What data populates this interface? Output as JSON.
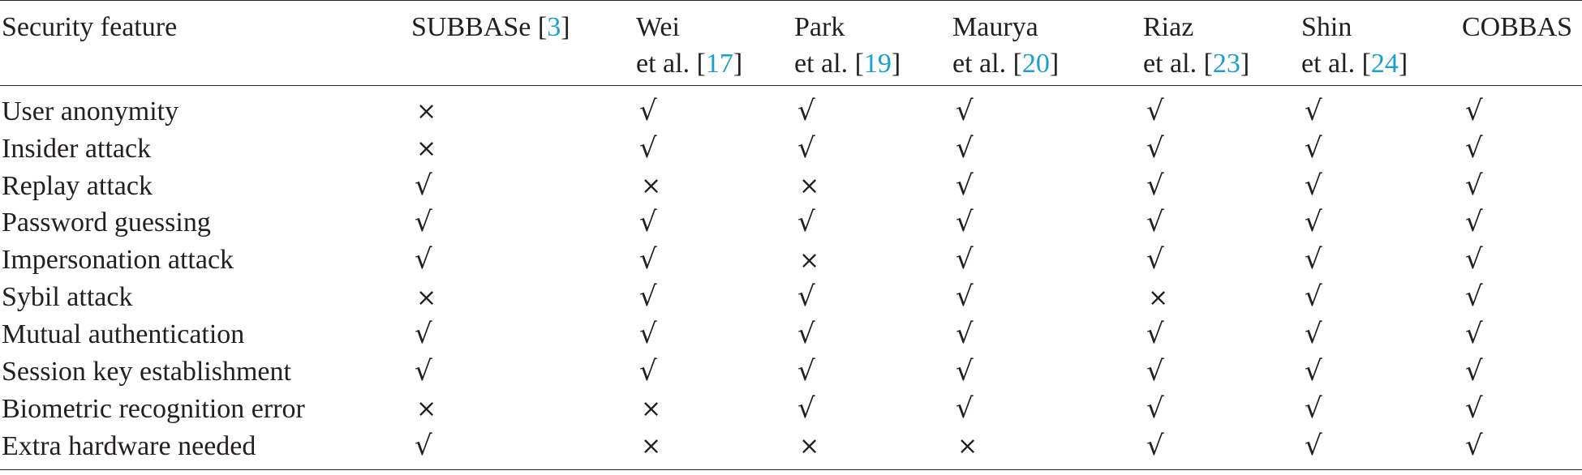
{
  "table": {
    "headers": [
      {
        "line1": "Security feature",
        "line2": "",
        "ref": ""
      },
      {
        "line1": "SUBBASe",
        "line2": "",
        "ref": "3"
      },
      {
        "line1": "Wei",
        "line2": "et al.",
        "ref": "17"
      },
      {
        "line1": "Park",
        "line2": "et al.",
        "ref": "19"
      },
      {
        "line1": "Maurya",
        "line2": "et al.",
        "ref": "20"
      },
      {
        "line1": "Riaz",
        "line2": "et al.",
        "ref": "23"
      },
      {
        "line1": "Shin",
        "line2": "et al.",
        "ref": "24"
      },
      {
        "line1": "COBBAS",
        "line2": "",
        "ref": ""
      }
    ],
    "symbols": {
      "yes": "√",
      "no": "×"
    },
    "rows": [
      {
        "feature": "User anonymity",
        "marks": [
          "no",
          "yes",
          "yes",
          "yes",
          "yes",
          "yes",
          "yes"
        ]
      },
      {
        "feature": "Insider attack",
        "marks": [
          "no",
          "yes",
          "yes",
          "yes",
          "yes",
          "yes",
          "yes"
        ]
      },
      {
        "feature": "Replay attack",
        "marks": [
          "yes",
          "no",
          "no",
          "yes",
          "yes",
          "yes",
          "yes"
        ]
      },
      {
        "feature": "Password guessing",
        "marks": [
          "yes",
          "yes",
          "yes",
          "yes",
          "yes",
          "yes",
          "yes"
        ]
      },
      {
        "feature": "Impersonation attack",
        "marks": [
          "yes",
          "yes",
          "no",
          "yes",
          "yes",
          "yes",
          "yes"
        ]
      },
      {
        "feature": "Sybil attack",
        "marks": [
          "no",
          "yes",
          "yes",
          "yes",
          "no",
          "yes",
          "yes"
        ]
      },
      {
        "feature": "Mutual authentication",
        "marks": [
          "yes",
          "yes",
          "yes",
          "yes",
          "yes",
          "yes",
          "yes"
        ]
      },
      {
        "feature": "Session key establishment",
        "marks": [
          "yes",
          "yes",
          "yes",
          "yes",
          "yes",
          "yes",
          "yes"
        ]
      },
      {
        "feature": "Biometric recognition error",
        "marks": [
          "no",
          "no",
          "yes",
          "yes",
          "yes",
          "yes",
          "yes"
        ]
      },
      {
        "feature": "Extra hardware needed",
        "marks": [
          "yes",
          "no",
          "no",
          "no",
          "yes",
          "yes",
          "yes"
        ]
      }
    ]
  },
  "colors": {
    "text": "#231f20",
    "reference_link": "#1a9fd0",
    "rule": "#231f20"
  }
}
